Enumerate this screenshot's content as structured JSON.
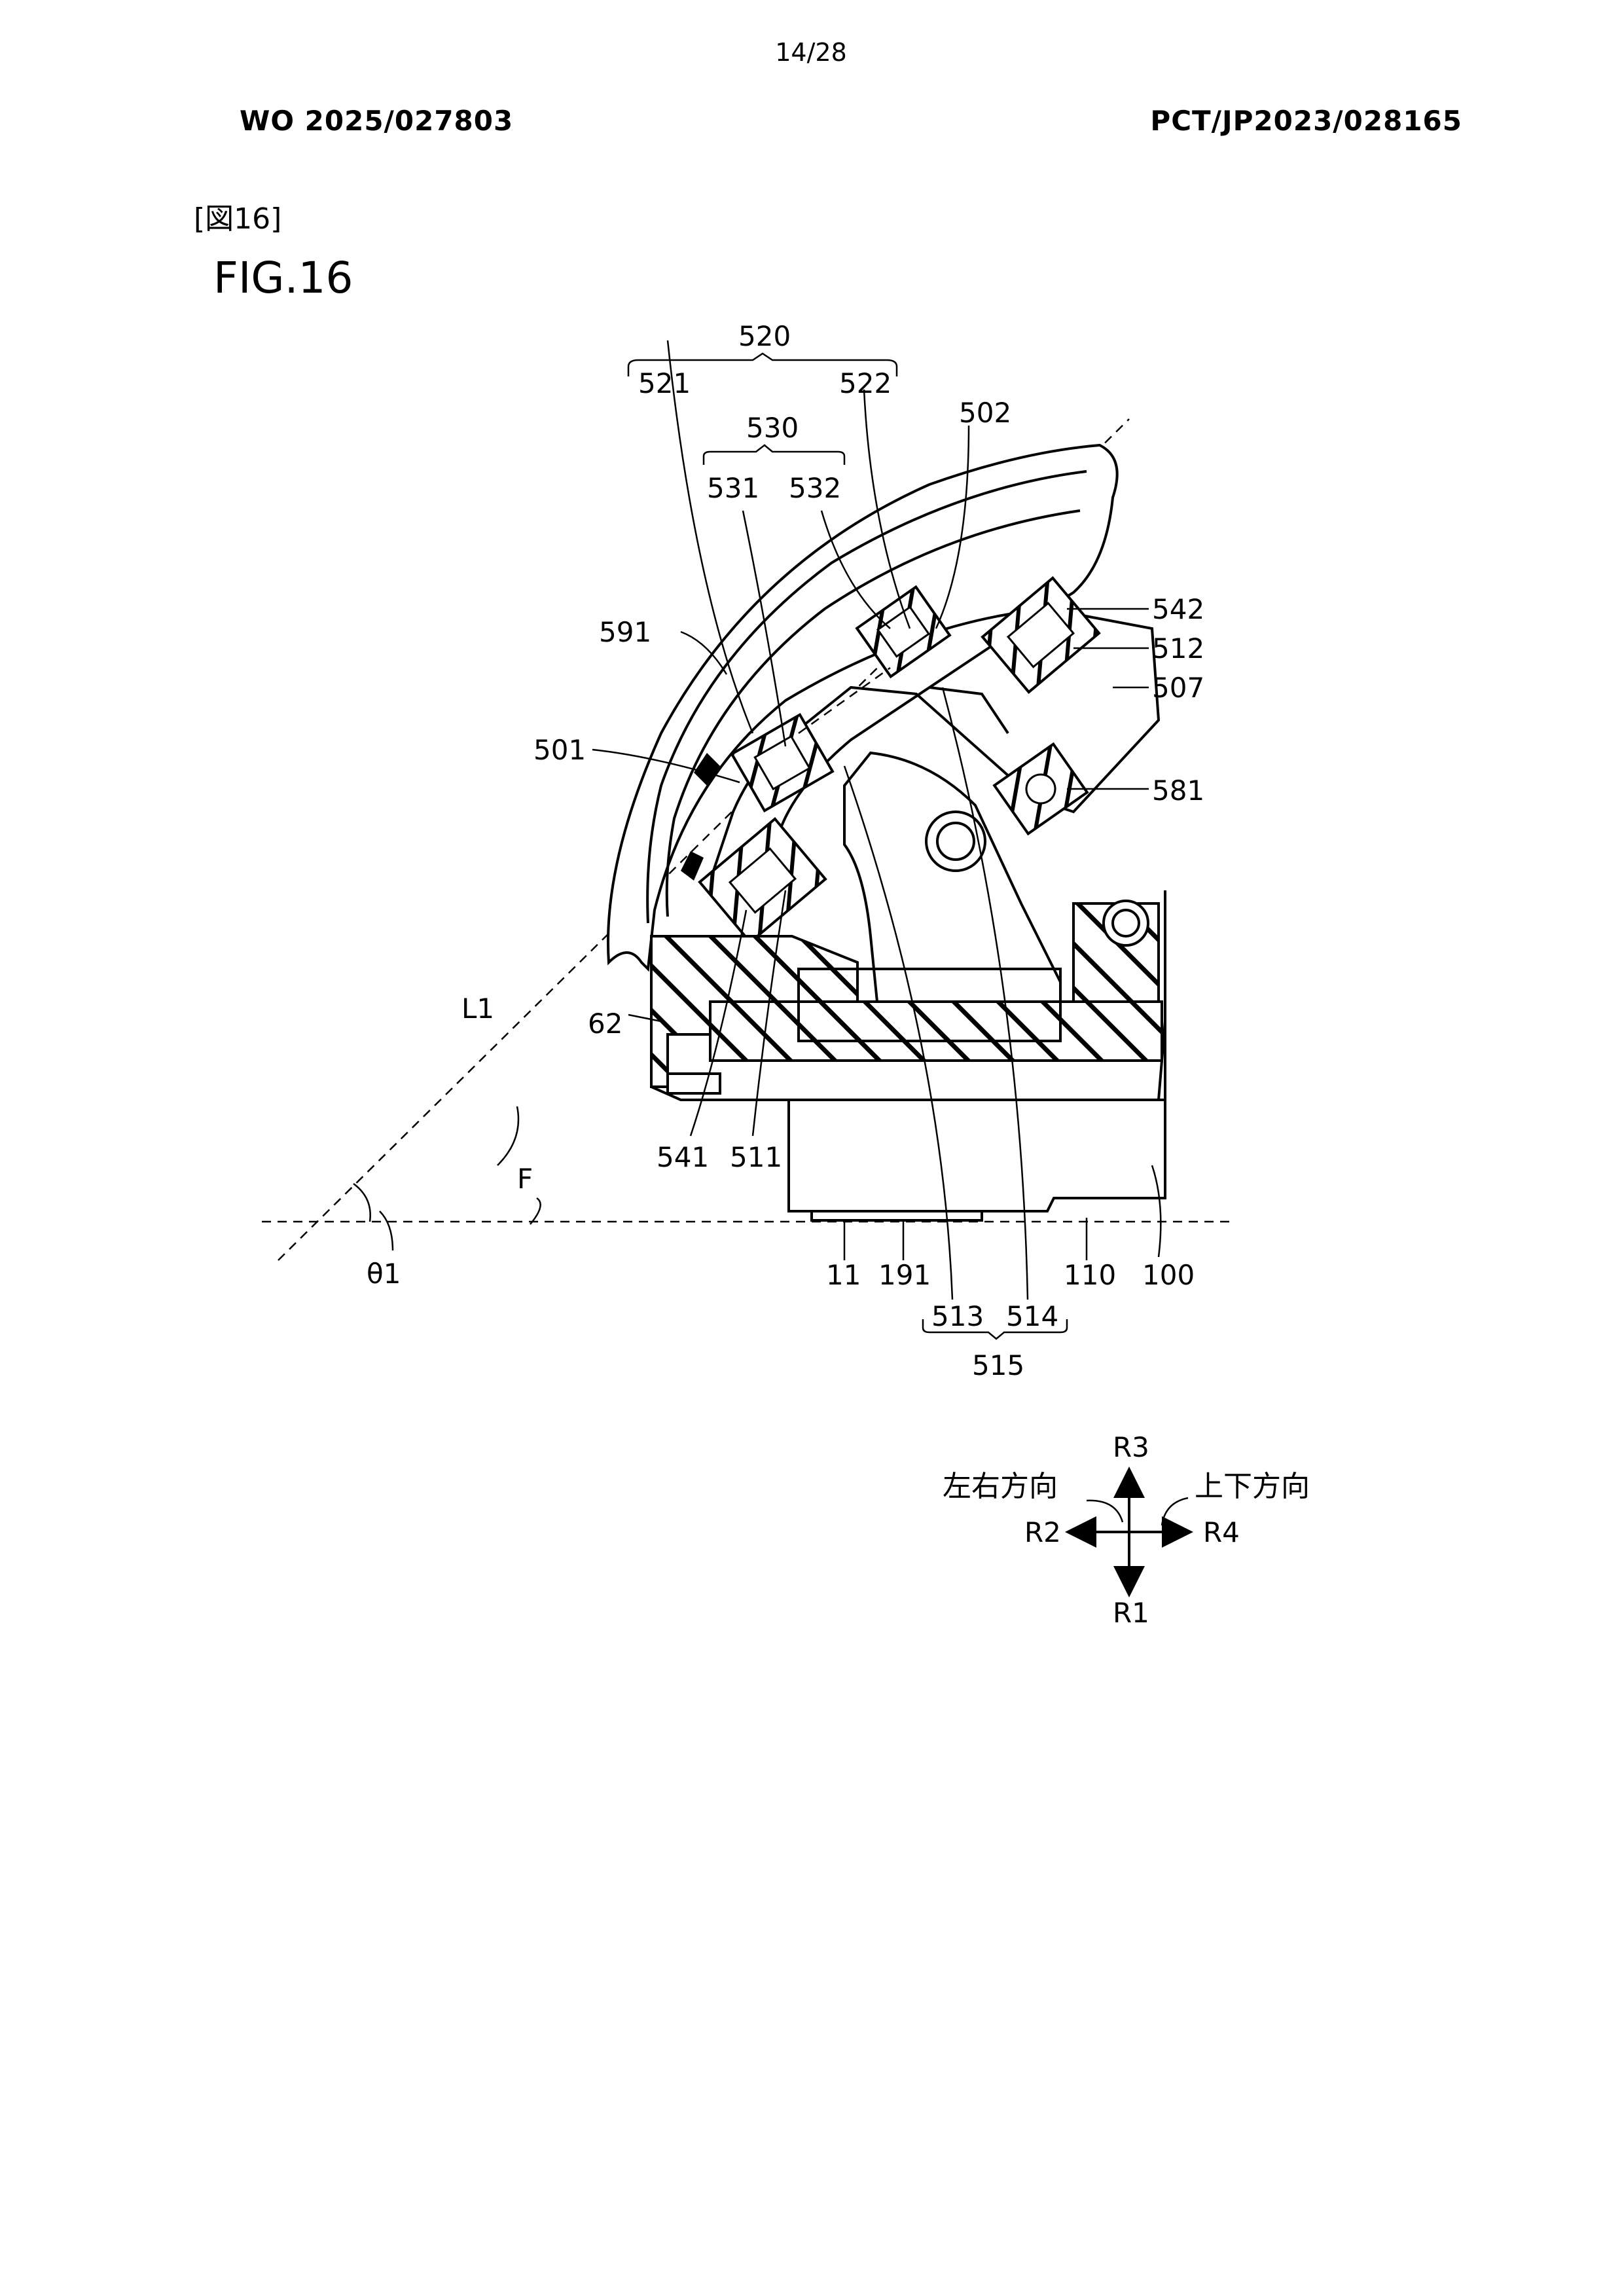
{
  "header": {
    "page_number": "14/28",
    "publication_number": "WO 2025/027803",
    "application_number": "PCT/JP2023/028165"
  },
  "figure": {
    "reference": "[図16]",
    "title": "FIG.16"
  },
  "labels": {
    "l520": "520",
    "l521": "521",
    "l522": "522",
    "l502": "502",
    "l530": "530",
    "l531": "531",
    "l532": "532",
    "l542": "542",
    "l512": "512",
    "l507": "507",
    "l591": "591",
    "l501": "501",
    "l581": "581",
    "l62": "62",
    "lL1": "L1",
    "lF": "F",
    "l541": "541",
    "l511": "511",
    "ltheta": "θ1",
    "l11": "11",
    "l191": "191",
    "l110": "110",
    "l100": "100",
    "l513": "513",
    "l514": "514",
    "l515": "515"
  },
  "direction_indicator": {
    "r3": "R3",
    "r1": "R1",
    "r2": "R2",
    "r4": "R4",
    "left_right": "左右方向",
    "up_down": "上下方向"
  }
}
